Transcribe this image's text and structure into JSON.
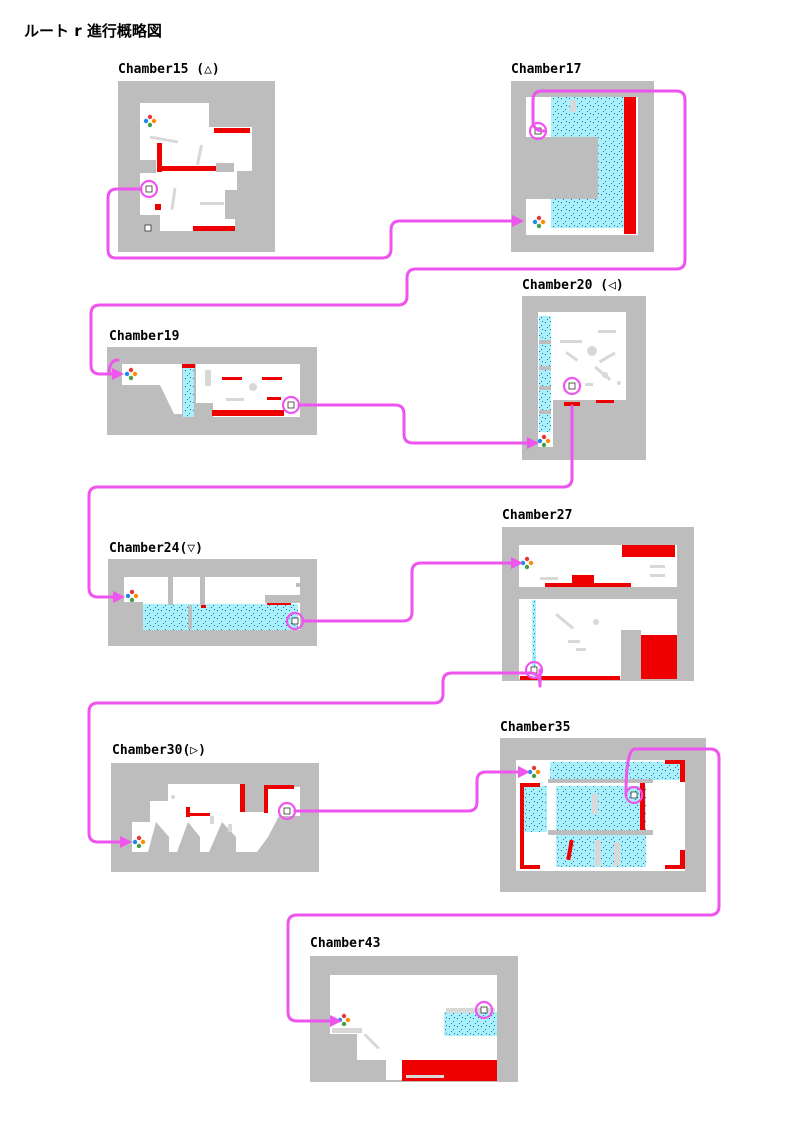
{
  "title": "ルート r 進行概略図",
  "colors": {
    "wall": "#bdbdbd",
    "floor": "#ffffff",
    "hazard": "#ee0000",
    "water": "#aaf0f8",
    "water_speck": "#1b6fd8",
    "route": "#ee55ee",
    "panel": "#d8d8d8"
  },
  "chambers": [
    {
      "id": "15",
      "label": "Chamber15 (△)"
    },
    {
      "id": "17",
      "label": "Chamber17"
    },
    {
      "id": "19",
      "label": "Chamber19"
    },
    {
      "id": "20",
      "label": "Chamber20 (◁)"
    },
    {
      "id": "24",
      "label": "Chamber24(▽)"
    },
    {
      "id": "27",
      "label": "Chamber27"
    },
    {
      "id": "30",
      "label": "Chamber30(▷)"
    },
    {
      "id": "35",
      "label": "Chamber35"
    },
    {
      "id": "43",
      "label": "Chamber43"
    }
  ],
  "icons": {
    "entrance": "entrance-button-icon",
    "exit": "exit-door-icon",
    "route": "route-arrow-icon"
  }
}
